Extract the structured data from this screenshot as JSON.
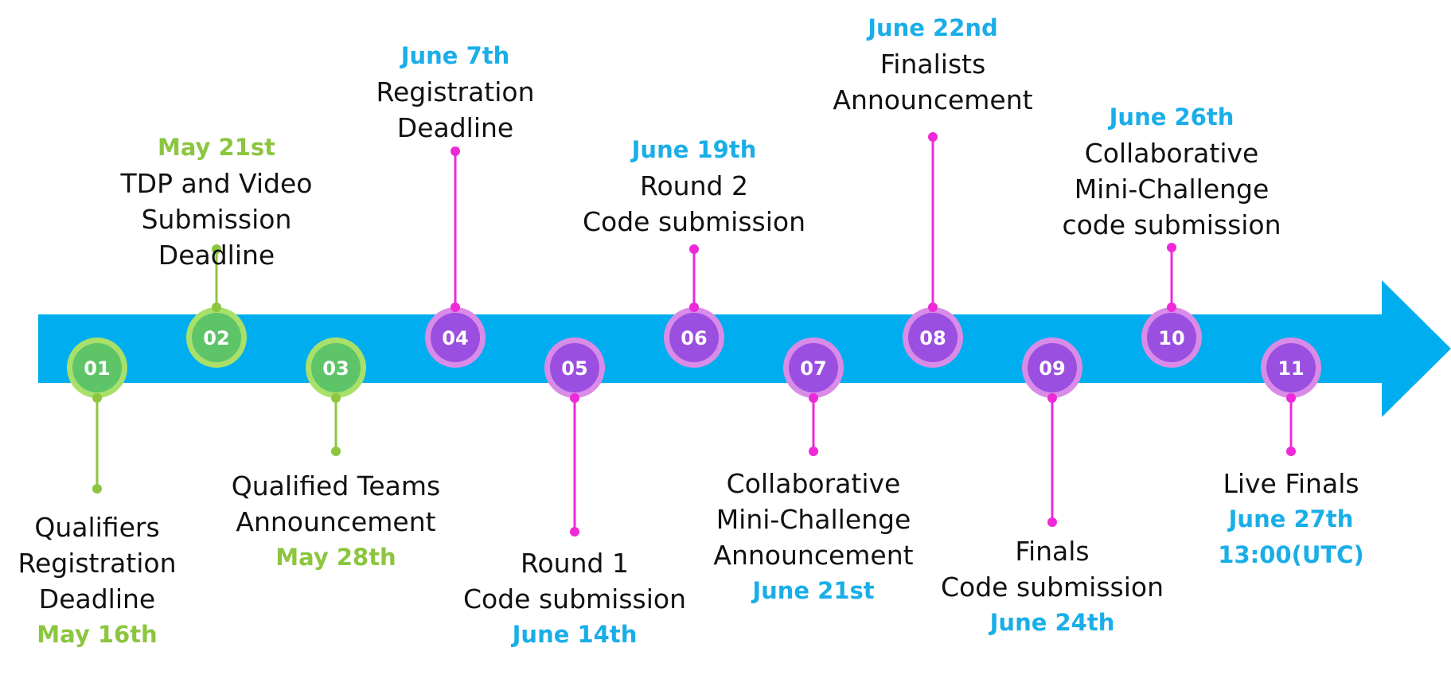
{
  "colors": {
    "arrow": "#00aeef",
    "green_node": "#5ec468",
    "green_halo": "#a8e06a",
    "green_line": "#8cc63f",
    "purple_node": "#9b4fe0",
    "purple_halo": "#d98be8",
    "pink_line": "#ee2ad8"
  },
  "milestones": [
    {
      "num": "01",
      "title": "Qualifiers\nRegistration\nDeadline",
      "date": "May 16th",
      "tone": "green"
    },
    {
      "num": "02",
      "title": "TDP and Video\nSubmission Deadline",
      "date": "May 21st",
      "tone": "green"
    },
    {
      "num": "03",
      "title": "Qualified Teams\nAnnouncement",
      "date": "May 28th",
      "tone": "green"
    },
    {
      "num": "04",
      "title": "Registration\nDeadline",
      "date": "June 7th",
      "tone": "purple"
    },
    {
      "num": "05",
      "title": "Round 1\nCode submission",
      "date": "June 14th",
      "tone": "purple"
    },
    {
      "num": "06",
      "title": "Round 2\nCode submission",
      "date": "June 19th",
      "tone": "purple"
    },
    {
      "num": "07",
      "title": "Collaborative\nMini-Challenge\nAnnouncement",
      "date": "June 21st",
      "tone": "purple"
    },
    {
      "num": "08",
      "title": "Finalists\nAnnouncement",
      "date": "June 22nd",
      "tone": "purple"
    },
    {
      "num": "09",
      "title": "Finals\nCode submission",
      "date": "June 24th",
      "tone": "purple"
    },
    {
      "num": "10",
      "title": "Collaborative\nMini-Challenge\ncode submission",
      "date": "June 26th",
      "tone": "purple"
    },
    {
      "num": "11",
      "title": "Live Finals",
      "date": "June 27th\n13:00(UTC)",
      "tone": "purple"
    }
  ]
}
